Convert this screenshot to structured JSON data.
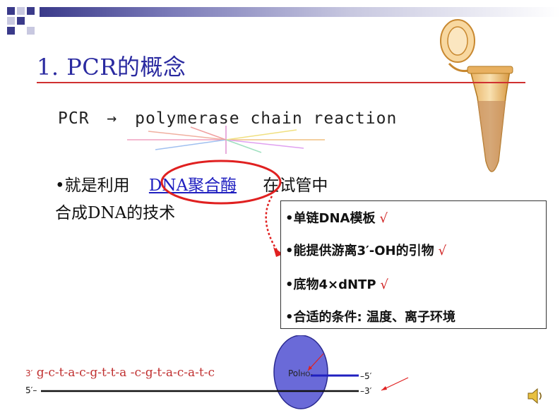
{
  "slide": {
    "title": "1. PCR的概念",
    "pcr_abbrev": "PCR",
    "pcr_arrow": "→",
    "pcr_full": "polymerase chain reaction",
    "bullet_prefix": "•就是利用",
    "bullet_enzyme": "DNA聚合酶",
    "bullet_suffix": "在试管中",
    "bullet_line2": "合成DNA的技术"
  },
  "requirements": {
    "items": [
      {
        "text": "•单链DNA模板",
        "check": "√"
      },
      {
        "text": "•能提供游离3′-OH的引物",
        "check": "√"
      },
      {
        "text": "•底物4×dNTP",
        "check": "√"
      },
      {
        "text": "•合适的条件: 温度、离子环境",
        "check": ""
      }
    ]
  },
  "diagram": {
    "sequence": "g-c-t-a-c-g-t-t-a -c-g-t-a-c-a-t-c",
    "label_3prime_left": "3′",
    "label_5prime_left": "5′–",
    "label_5prime_right": "–5′",
    "label_3prime_right": "–3′",
    "enzyme_label": "Pol",
    "enzyme_sub": "HO-"
  },
  "colors": {
    "title": "#2a2aa0",
    "accent_red": "#d03030",
    "enzyme_blue": "#2020c0",
    "polymerase_fill": "#6a6ad8"
  },
  "icons": {
    "tube": "pcr-tube-icon",
    "speaker": "speaker-icon"
  }
}
